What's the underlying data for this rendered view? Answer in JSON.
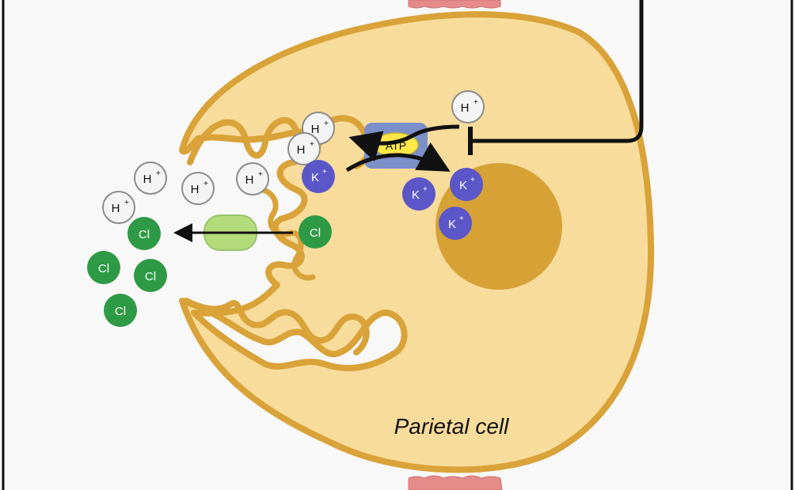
{
  "colors": {
    "background": "#f8f8f8",
    "frame": "#111111",
    "cell_fill": "#f8dc9c",
    "cell_border": "#d9a339",
    "nucleus": "#d6a236",
    "h_ion_fill": "#f4f4f4",
    "h_ion_stroke": "#8c8c8c",
    "k_ion_fill": "#5b57c9",
    "cl_ion_fill": "#2f9a45",
    "pump": "#7b8fc9",
    "atp": "#ffe84a",
    "channel": "#b4dc7a",
    "adjacent_cell": "#e58c8a"
  },
  "cell": {
    "label": "Parietal cell"
  },
  "ions": {
    "h_label": "H",
    "h_charge": "+",
    "k_label": "K",
    "k_charge": "+",
    "cl_label": "Cl"
  },
  "pump": {
    "atp_label": "ATP"
  }
}
